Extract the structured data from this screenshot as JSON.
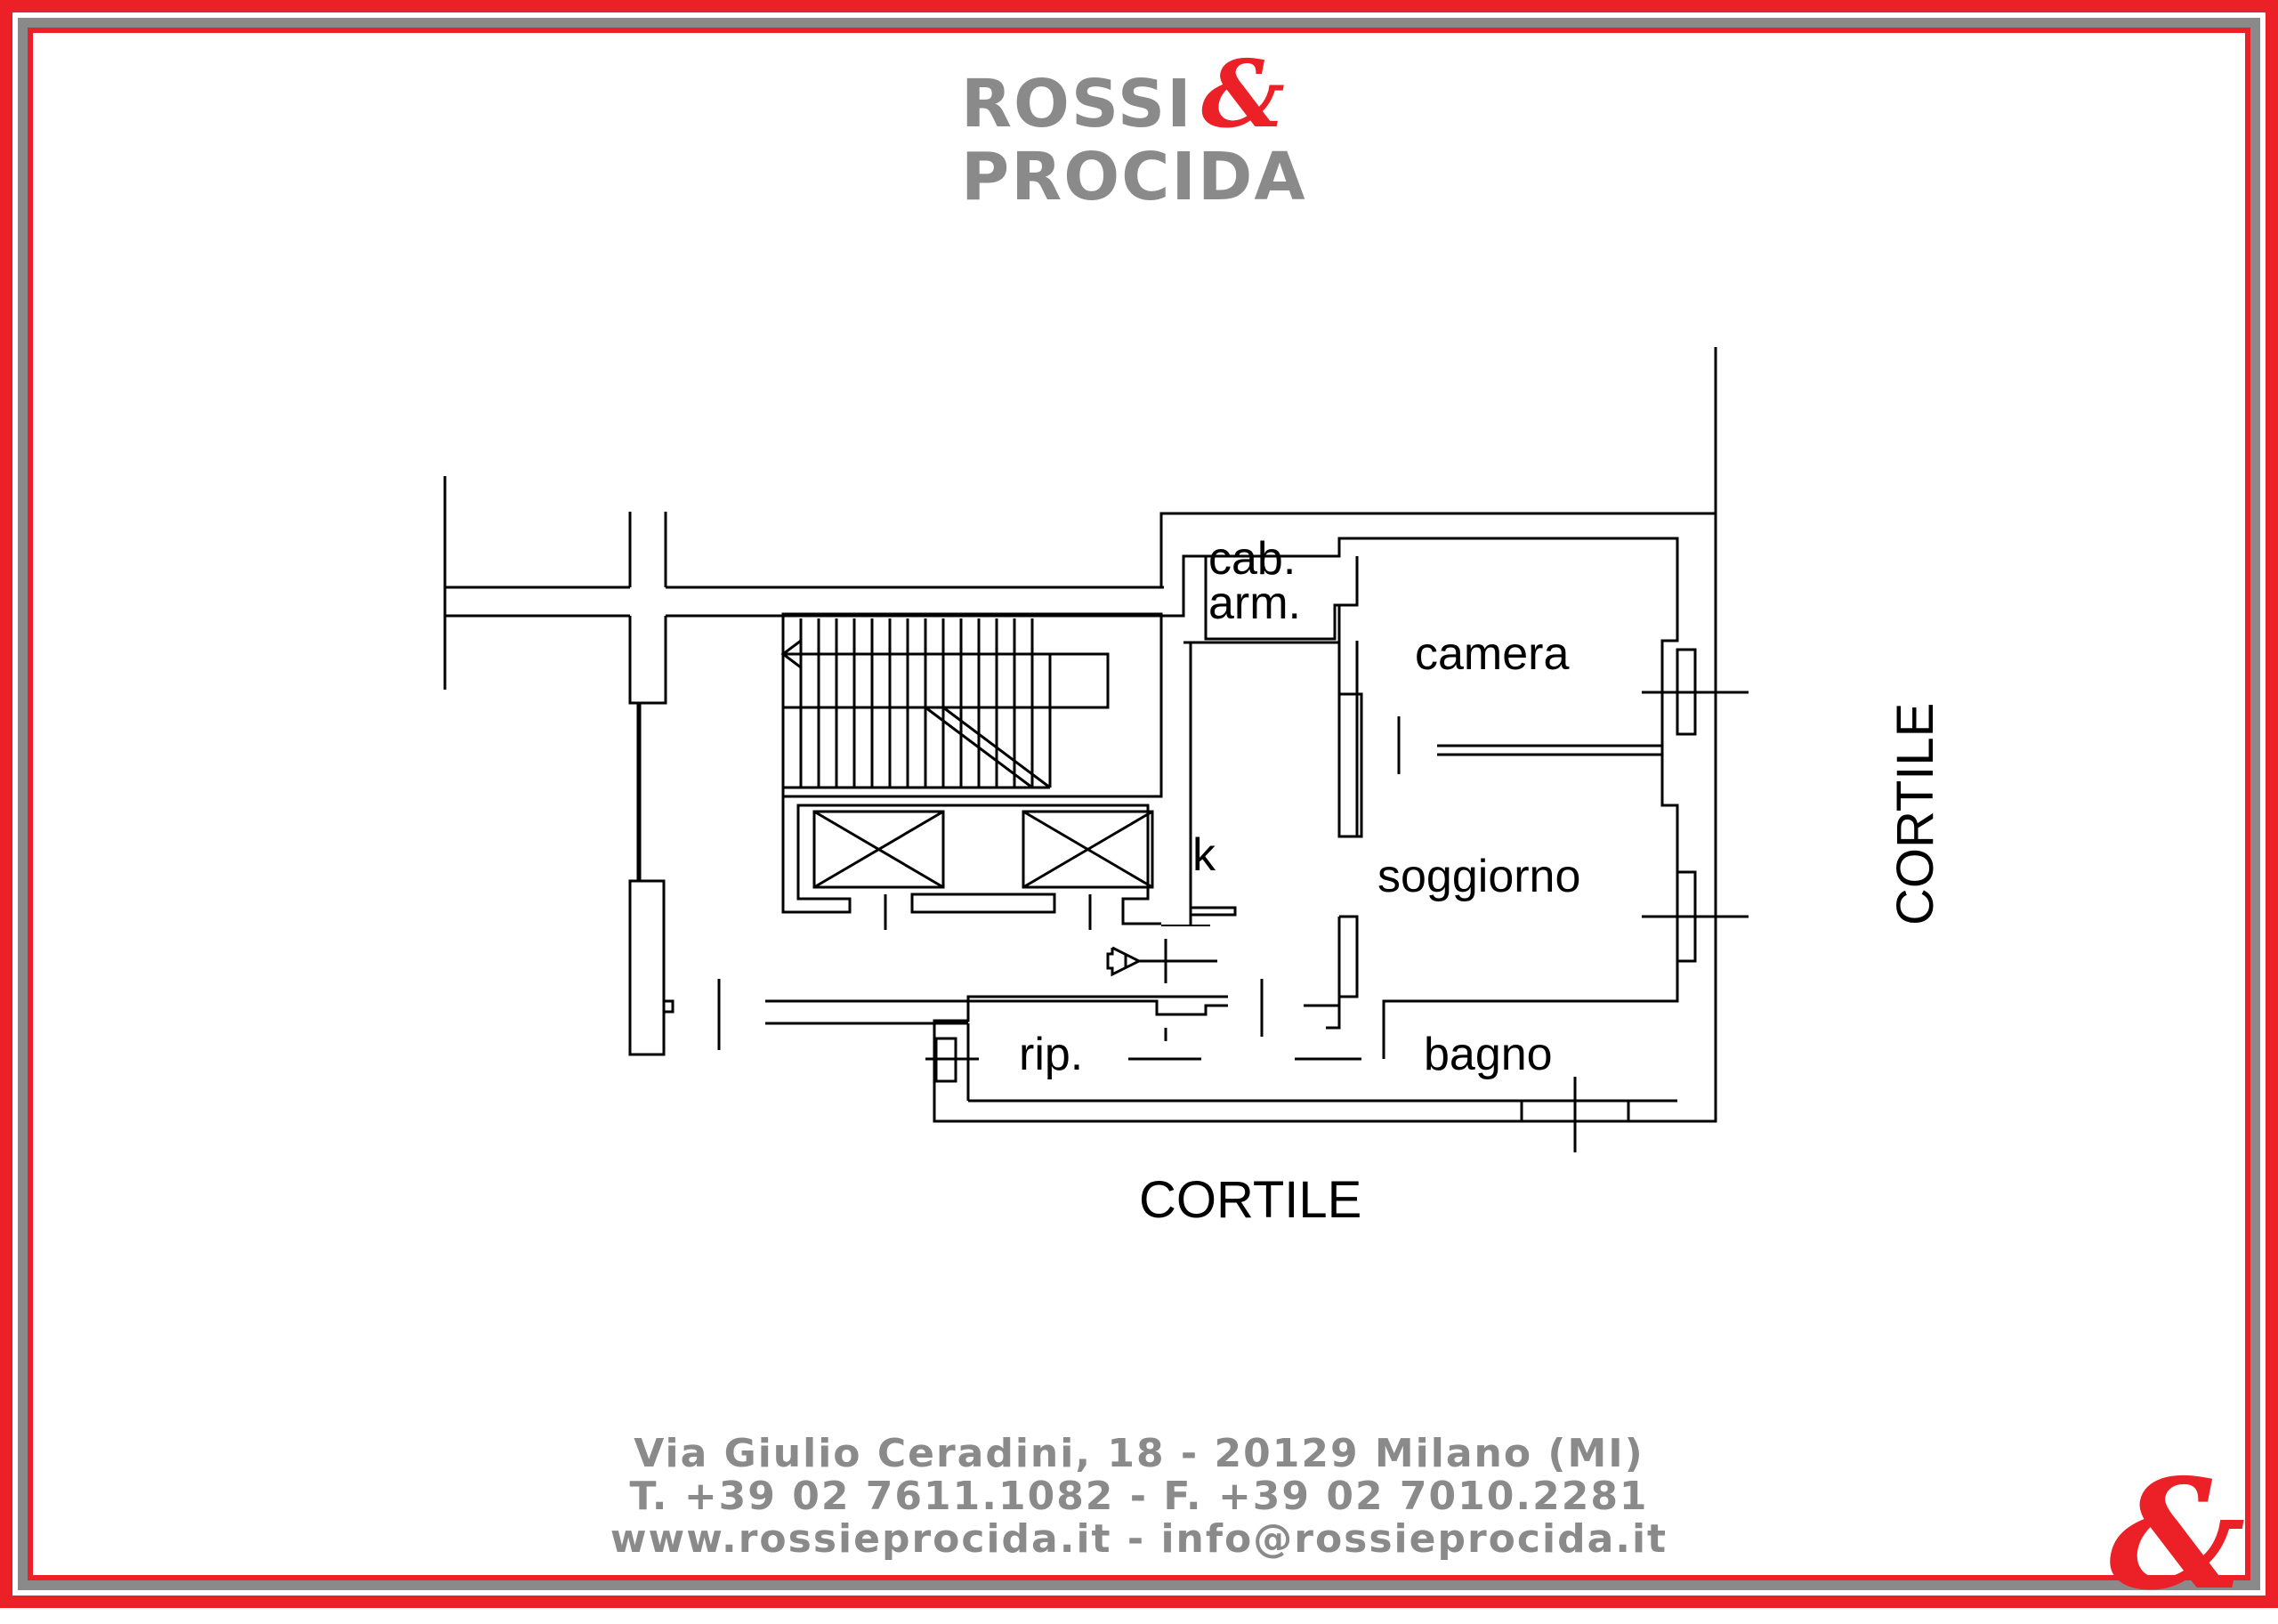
{
  "brand": {
    "name_line1": "ROSSI",
    "ampersand": "&",
    "name_line2": "PROCIDA",
    "colors": {
      "accent": "#ec2027",
      "grey": "#8a8a8a"
    }
  },
  "rooms": {
    "cab_arm_line1": "cab.",
    "cab_arm_line2": "arm.",
    "camera": "camera",
    "k": "k",
    "soggiorno": "soggiorno",
    "rip": "rip.",
    "bagno": "bagno"
  },
  "surroundings": {
    "cortile_right": "CORTILE",
    "cortile_bottom": "CORTILE"
  },
  "footer": {
    "address": "Via Giulio Ceradini, 18 - 20129 Milano (MI)",
    "phones": "T. +39 02 7611.1082 - F. +39 02 7010.2281",
    "web_email": "www.rossieprocida.it - info@rossieprocida.it"
  },
  "corner_logo": {
    "ampersand": "&"
  }
}
